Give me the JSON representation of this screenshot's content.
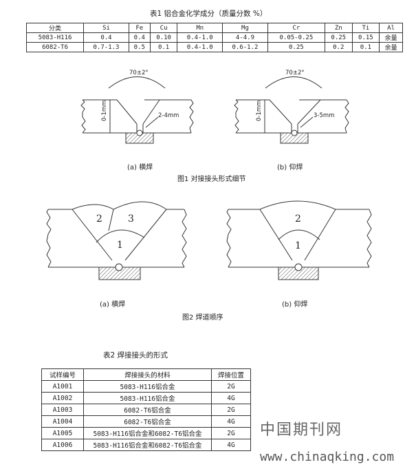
{
  "table1": {
    "title": "表1  铝合金化学成分（质量分数 %）",
    "headers": [
      "分类",
      "Si",
      "Fe",
      "Cu",
      "Mn",
      "Mg",
      "Cr",
      "Zn",
      "Ti",
      "Al"
    ],
    "rows": [
      [
        "5083-H116",
        "0.4",
        "0.4",
        "0.10",
        "0.4-1.0",
        "4-4.9",
        "0.05-0.25",
        "0.25",
        "0.15",
        "余量"
      ],
      [
        "6082-T6",
        "0.7-1.3",
        "0.5",
        "0.1",
        "0.4-1.0",
        "0.6-1.2",
        "0.25",
        "0.2",
        "0.1",
        "余量"
      ]
    ]
  },
  "figure1": {
    "left": {
      "angle": "70±2°",
      "gap": "0-1mm",
      "root": "2-4mm",
      "label": "(a)  横焊"
    },
    "right": {
      "angle": "70±2°",
      "gap": "0-1mm",
      "root": "3-5mm",
      "label": "(b)  仰焊"
    },
    "caption": "图1   对接接头形式细节"
  },
  "figure2": {
    "left": {
      "passes": [
        "2",
        "3",
        "1"
      ],
      "label": "(a)  横焊"
    },
    "right": {
      "passes": [
        "2",
        "1"
      ],
      "label": "(b)  仰焊"
    },
    "caption": "图2   焊道顺序"
  },
  "table2": {
    "title": "表2   焊接接头的形式",
    "headers": [
      "试样编号",
      "焊接接头的材料",
      "焊接位置"
    ],
    "rows": [
      [
        "A1001",
        "5083-H116铝合金",
        "2G"
      ],
      [
        "A1002",
        "5083-H116铝合金",
        "4G"
      ],
      [
        "A1003",
        "6082-T6铝合金",
        "2G"
      ],
      [
        "A1004",
        "6082-T6铝合金",
        "4G"
      ],
      [
        "A1005",
        "5083-H116铝合金和6082-T6铝合金",
        "2G"
      ],
      [
        "A1006",
        "5083-H116铝合金和6082-T6铝合金",
        "4G"
      ]
    ]
  },
  "watermark": {
    "cn": "中国期刊网",
    "url": "www.chinaqking.com"
  }
}
